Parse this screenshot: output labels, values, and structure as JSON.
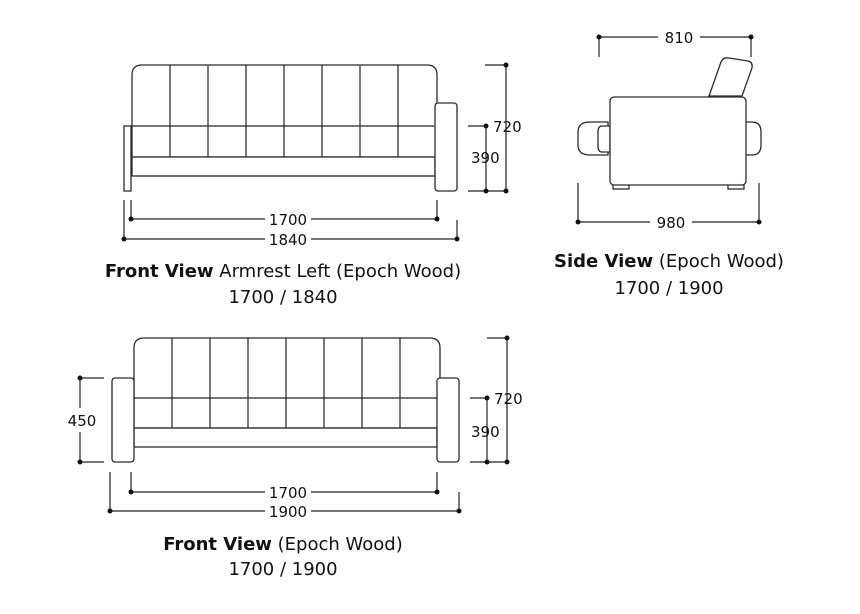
{
  "front_armrest_left": {
    "title_bold": "Front View",
    "title_rest": " Armrest Left (Epoch Wood)",
    "sizes": "1700 / 1840",
    "dims": {
      "height": "720",
      "seat_height": "390",
      "inner_width": "1700",
      "outer_width": "1840"
    }
  },
  "side": {
    "title_bold": "Side View",
    "title_rest": " (Epoch Wood)",
    "sizes": "1700 / 1900",
    "dims": {
      "top_depth": "810",
      "depth": "980"
    }
  },
  "front": {
    "title_bold": "Front View",
    "title_rest": " (Epoch Wood)",
    "sizes": "1700 / 1900",
    "dims": {
      "arm_height": "450",
      "height": "720",
      "seat_height": "390",
      "inner_width": "1700",
      "outer_width": "1900"
    }
  }
}
